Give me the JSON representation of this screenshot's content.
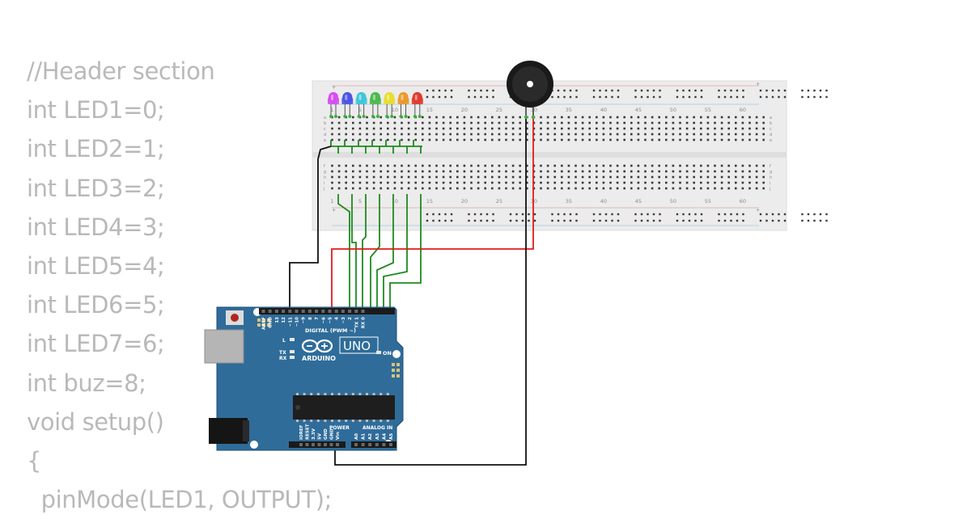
{
  "code": {
    "lines": [
      "//Header section",
      "int LED1=0;",
      "int LED2=1;",
      "int LED3=2;",
      "int LED4=3;",
      "int LED5=4;",
      "int LED6=5;",
      "int LED7=6;",
      "int buz=8;",
      "void setup()",
      "{",
      "  pinMode(LED1, OUTPUT);"
    ]
  },
  "breadboard": {
    "column_numbers": [
      "1",
      "5",
      "10",
      "15",
      "20",
      "25",
      "30",
      "35",
      "40",
      "45",
      "50",
      "55",
      "60"
    ],
    "row_letters_top": [
      "a",
      "b",
      "c",
      "d",
      "e"
    ],
    "row_letters_bottom": [
      "f",
      "g",
      "h",
      "i",
      "j"
    ],
    "rail_plus": "+",
    "rail_minus": "-"
  },
  "leds": {
    "colors": [
      "#d64ef0",
      "#4b55e6",
      "#3fc7d9",
      "#4dba4d",
      "#e7dd2e",
      "#e99a2a",
      "#e03a2e"
    ]
  },
  "arduino": {
    "brand": "ARDUINO",
    "model": "UNO",
    "digital_label": "DIGITAL (PWM ~)",
    "power_label": "POWER",
    "analog_label": "ANALOG IN",
    "on_label": "ON",
    "l_label": "L",
    "tx_label": "TX",
    "rx_label": "RX",
    "top_pins": [
      "AREF",
      "GND",
      "13",
      "12",
      "~11",
      "~10",
      "~9",
      "8",
      "7",
      "~6",
      "~5",
      "4",
      "~3",
      "2",
      "TX 1",
      "RX 0"
    ],
    "power_pins": [
      "IOREF",
      "RESET",
      "3.3V",
      "5V",
      "GND",
      "GND",
      "Vin"
    ],
    "analog_pins": [
      "A0",
      "A1",
      "A2",
      "A3",
      "A4",
      "A5"
    ],
    "board_color": "#2f6c9a"
  },
  "wire_colors": {
    "led_signal": "#1e8a1e",
    "buzzer_signal": "#e01b1b",
    "ground": "#111111"
  }
}
